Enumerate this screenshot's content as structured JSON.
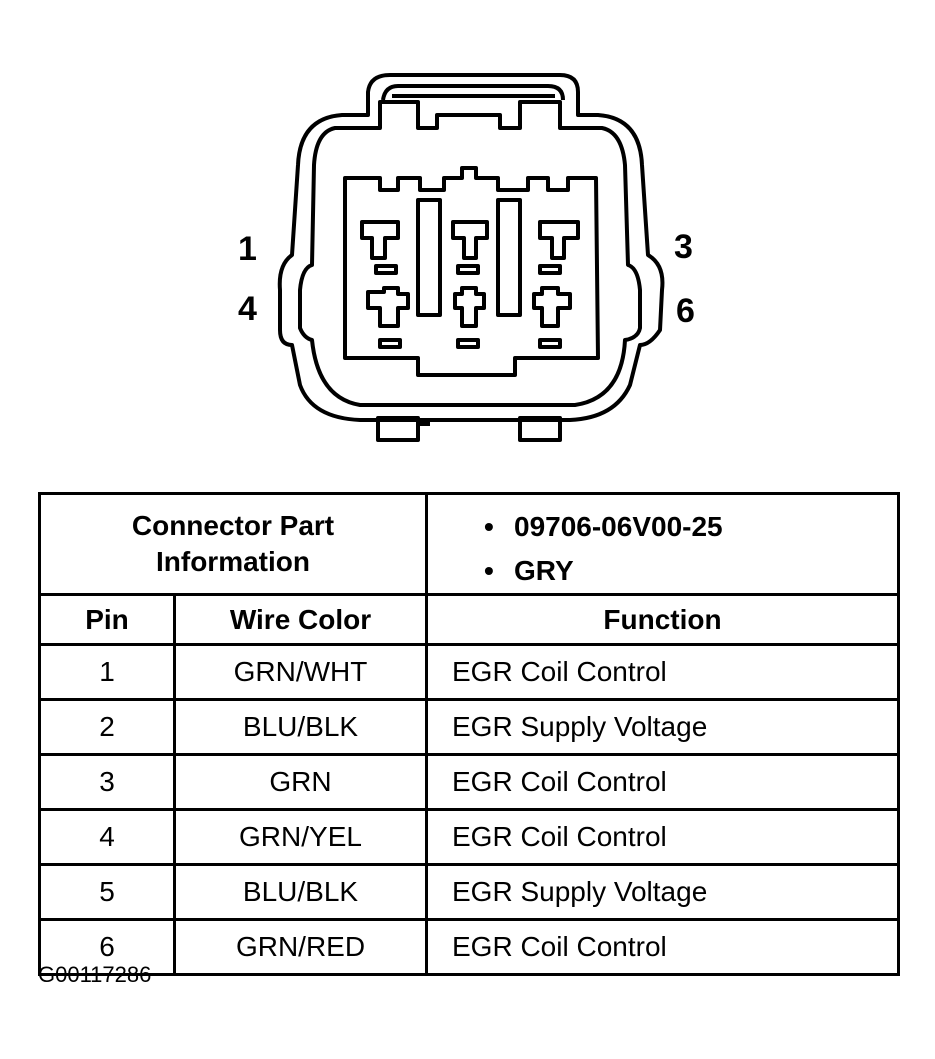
{
  "connector": {
    "pin_labels": [
      "1",
      "3",
      "4",
      "6"
    ]
  },
  "table": {
    "part_info_title_line1": "Connector Part",
    "part_info_title_line2": "Information",
    "part_info_values": [
      "09706-06V00-25",
      "GRY"
    ],
    "headers": {
      "pin": "Pin",
      "wire_color": "Wire Color",
      "function": "Function"
    },
    "rows": [
      {
        "pin": "1",
        "wire_color": "GRN/WHT",
        "function": "EGR Coil Control"
      },
      {
        "pin": "2",
        "wire_color": "BLU/BLK",
        "function": "EGR Supply Voltage"
      },
      {
        "pin": "3",
        "wire_color": "GRN",
        "function": "EGR Coil Control"
      },
      {
        "pin": "4",
        "wire_color": "GRN/YEL",
        "function": "EGR Coil Control"
      },
      {
        "pin": "5",
        "wire_color": "BLU/BLK",
        "function": "EGR Supply Voltage"
      },
      {
        "pin": "6",
        "wire_color": "GRN/RED",
        "function": "EGR Coil Control"
      }
    ]
  },
  "figure_id": "G00117286"
}
